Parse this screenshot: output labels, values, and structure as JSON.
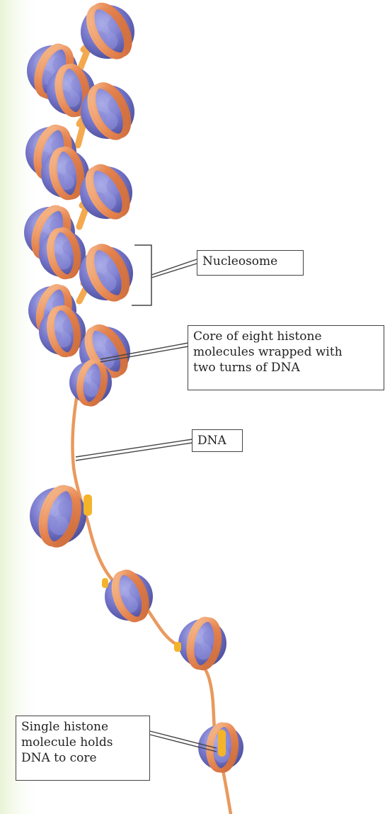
{
  "labels": {
    "nucleosome": "Nucleosome",
    "core": [
      "Core of eight histone",
      "molecules wrapped with",
      "two turns of DNA"
    ],
    "dna": "DNA",
    "single": [
      "Single histone",
      "molecule holds",
      "DNA to core"
    ]
  },
  "colors": {
    "histone": "#6f70c4",
    "histone_light": "#a7a8e6",
    "histone_dark": "#4b4d9c",
    "dna_wrap": "#e88a5a",
    "dna_wrap_light": "#f7b17f",
    "linker": "#f2a55c",
    "h1": "#f4b42a",
    "leader": "#444444",
    "background_tint": "#eef6dc"
  }
}
